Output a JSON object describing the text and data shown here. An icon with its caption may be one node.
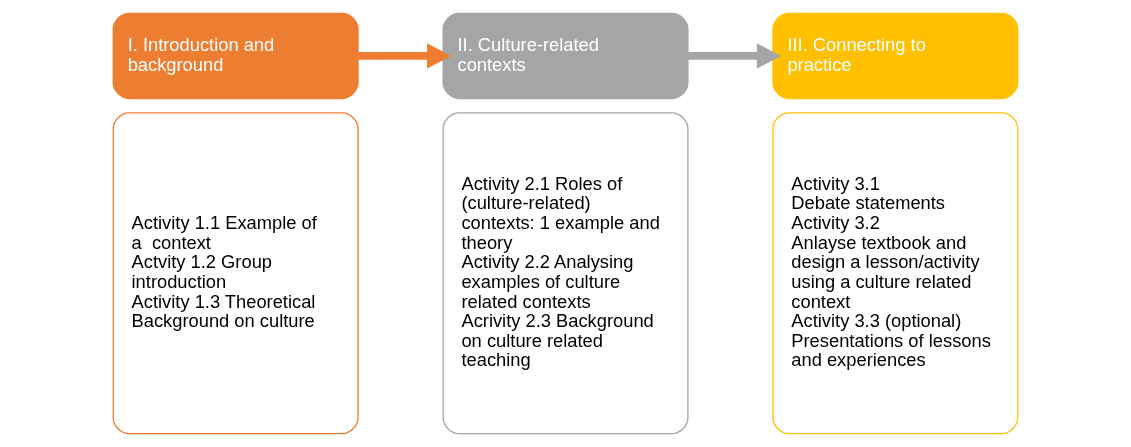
{
  "diagram": {
    "nodes": [
      {
        "text": [
          "I. Introduction and background"
        ]
      },
      {
        "text": [
          "Activity 1.1 Example of a  context",
          "Actvity 1.2 Group introduction",
          "Activity 1.3 Theoretical Background on culture"
        ]
      },
      {
        "text": [
          "II. Culture-related contexts"
        ]
      },
      {
        "text": [
          "Activity 2.1 Roles of (culture-related) contexts: 1 example and theory",
          "Activity 2.2 Analysing examples of culture related contexts",
          "Acrivity 2.3 Background on culture related teaching"
        ]
      },
      {
        "text": [
          "III. Connecting to practice"
        ]
      },
      {
        "text": [
          "Activity 3.1",
          "Debate statements",
          "Activity 3.2",
          "Anlayse textbook and design a lesson/activity using a culture related context",
          "Activity 3.3 (optional)",
          "Presentations of lessons and experiences"
        ]
      }
    ],
    "edges": [
      {
        "from": 0,
        "to": 2,
        "arrow": "to",
        "color": "#ed7d31"
      },
      {
        "from": 2,
        "to": 4,
        "arrow": "to",
        "color": "#a5a5a5"
      }
    ]
  }
}
